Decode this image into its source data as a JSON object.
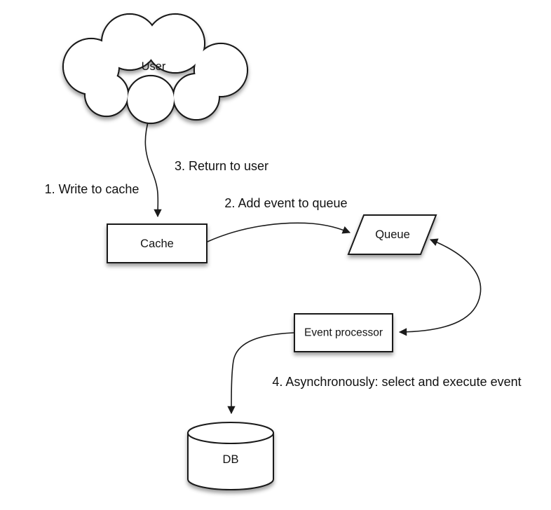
{
  "diagram": {
    "nodes": {
      "user": {
        "label": "User",
        "shape": "cloud"
      },
      "cache": {
        "label": "Cache",
        "shape": "rectangle"
      },
      "queue": {
        "label": "Queue",
        "shape": "parallelogram"
      },
      "event_processor": {
        "label": "Event processor",
        "shape": "rectangle"
      },
      "db": {
        "label": "DB",
        "shape": "cylinder"
      }
    },
    "steps": {
      "write_to_cache": "1. Write to cache",
      "add_event_to_queue": "2. Add event to queue",
      "return_to_user": "3. Return to user",
      "async_select_execute": "4. Asynchronously: select and execute event"
    },
    "edges": [
      {
        "from": "user",
        "to": "cache",
        "direction": "one-way",
        "labels": [
          "1. Write to cache",
          "3. Return to user"
        ]
      },
      {
        "from": "cache",
        "to": "queue",
        "direction": "one-way",
        "labels": [
          "2. Add event to queue"
        ]
      },
      {
        "from": "queue",
        "to": "event_processor",
        "direction": "two-way",
        "labels": []
      },
      {
        "from": "event_processor",
        "to": "db",
        "direction": "one-way",
        "labels": [
          "4. Asynchronously: select and execute event"
        ]
      }
    ],
    "colors": {
      "background": "#ffffff",
      "stroke": "#1a1a1a",
      "shape_fill": "#ffffff",
      "text": "#111111",
      "shadow": "rgba(0,0,0,0.38)"
    }
  }
}
